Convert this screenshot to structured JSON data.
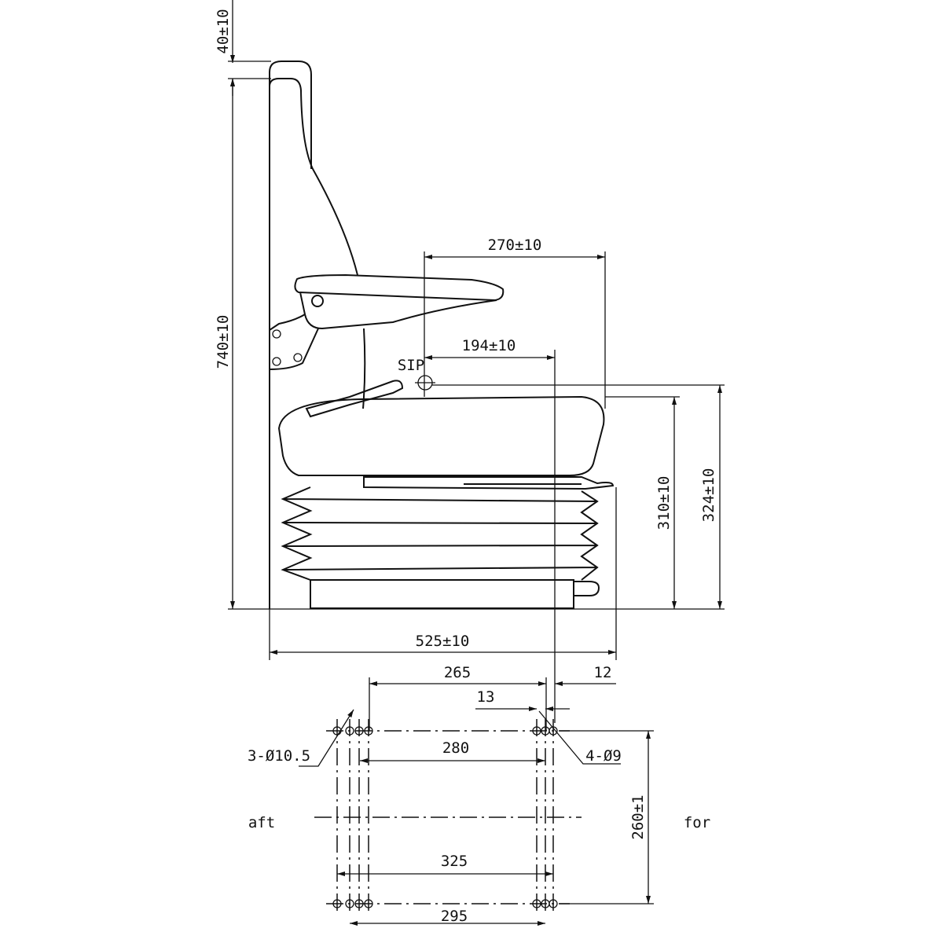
{
  "dimensions": {
    "backrest_top": "40±10",
    "overall_height": "740±10",
    "front_reach": "270±10",
    "sip_offset": "194±10",
    "sip_label": "SIP",
    "seat_height_front": "310±10",
    "sip_height": "324±10",
    "overall_length": "525±10",
    "rail_offset": "265",
    "front_offset": "12",
    "hole_offset": "13",
    "holes_left": "3-Ø10.5",
    "holes_right": "4-Ø9",
    "span_280": "280",
    "span_325": "325",
    "span_295": "295",
    "rail_width": "260±1",
    "aft": "aft",
    "for": "for"
  }
}
